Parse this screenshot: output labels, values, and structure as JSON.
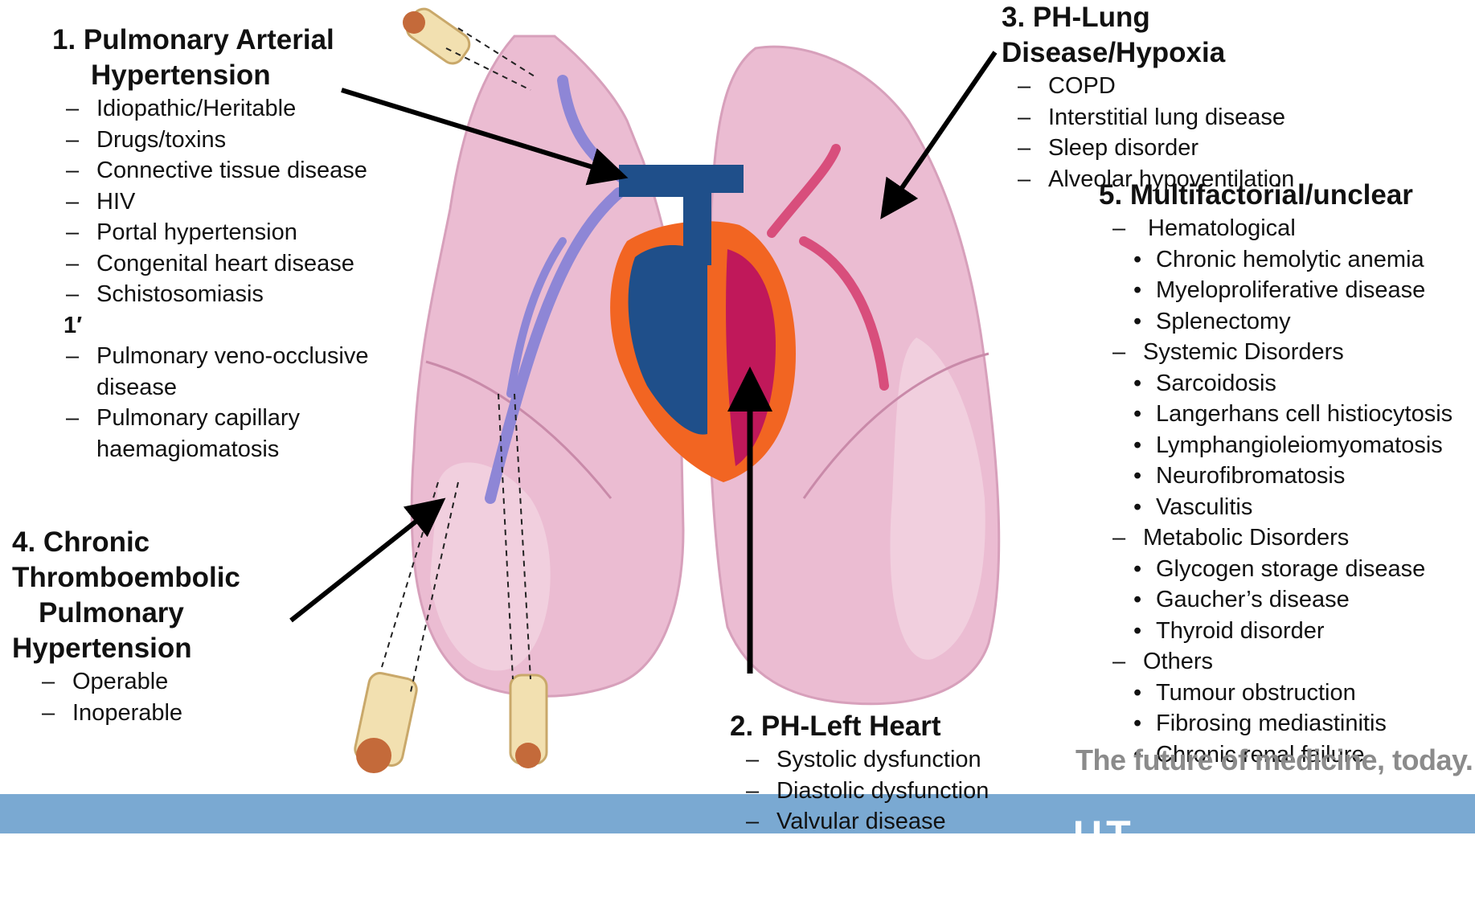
{
  "group1": {
    "title_line1": "1.  Pulmonary Arterial",
    "title_line2": "Hypertension",
    "items": [
      "Idiopathic/Heritable",
      "Drugs/toxins",
      "Connective tissue disease",
      "HIV",
      "Portal hypertension",
      "Congenital heart disease",
      "Schistosomiasis"
    ],
    "prime_label": "1′",
    "prime_items": [
      "Pulmonary veno-occlusive disease",
      "Pulmonary capillary haemagiomatosis"
    ]
  },
  "group2": {
    "title": "2. PH-Left Heart",
    "items": [
      "Systolic dysfunction",
      "Diastolic dysfunction",
      "Valvular disease"
    ]
  },
  "group3": {
    "title_line1": "3. PH-Lung",
    "title_line2": "Disease/Hypoxia",
    "items": [
      "COPD",
      "Interstitial lung disease",
      "Sleep disorder",
      "Alveolar hypoventilation"
    ]
  },
  "group4": {
    "title_lines": [
      "4. Chronic",
      "Thromboembolic",
      "Pulmonary",
      "Hypertension"
    ],
    "items": [
      "Operable",
      "Inoperable"
    ]
  },
  "group5": {
    "title": "5. Multifactorial/unclear",
    "hematological": "Hematological",
    "hematological_items": [
      "Chronic hemolytic anemia",
      "Myeloproliferative disease",
      "Splenectomy"
    ],
    "systemic": "Systemic Disorders",
    "systemic_items": [
      "Sarcoidosis",
      "Langerhans cell histiocytosis",
      "Lymphangioleiomyomatosis",
      "Neurofibromatosis",
      "Vasculitis"
    ],
    "metabolic": "Metabolic Disorders",
    "metabolic_items": [
      "Glycogen storage disease",
      "Gaucher’s disease",
      "Thyroid disorder"
    ],
    "others": "Others",
    "others_items": [
      "Tumour obstruction",
      "Fibrosing mediastinitis",
      "Chronic renal failure"
    ]
  },
  "footer": {
    "tagline": "The future of medicine, today.",
    "brand": "UT SOUTHWESTERN"
  },
  "colors": {
    "lung": "#eab8cf",
    "lung_dark": "#d68fb2",
    "artery": "#8e86d6",
    "heart_blue": "#1f4f8a",
    "heart_orange": "#f26522",
    "heart_red": "#c0185a",
    "footer": "#7aa9d2"
  }
}
